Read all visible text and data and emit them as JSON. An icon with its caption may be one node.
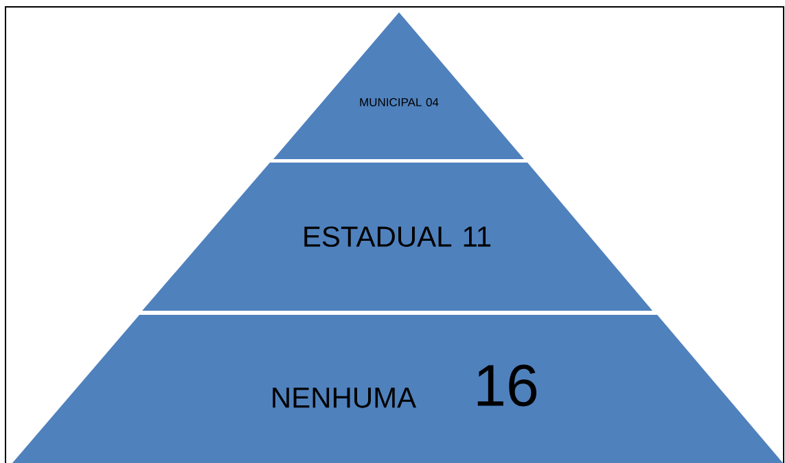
{
  "diagram": {
    "nodes": [
      {
        "text": [
          "MUNICIPAL 04"
        ]
      },
      {
        "text": [
          "ESTADUAL 11"
        ]
      },
      {
        "text": [
          "NENHUMA",
          "16"
        ]
      }
    ]
  }
}
